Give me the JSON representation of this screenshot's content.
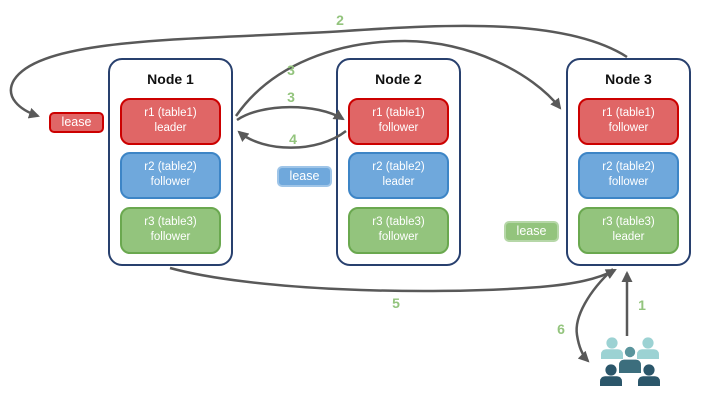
{
  "diagram": {
    "nodes": [
      {
        "title": "Node 1",
        "replicas": [
          {
            "name": "r1 (table1)",
            "role": "leader",
            "color": "red"
          },
          {
            "name": "r2 (table2)",
            "role": "follower",
            "color": "blue"
          },
          {
            "name": "r3 (table3)",
            "role": "follower",
            "color": "green"
          }
        ]
      },
      {
        "title": "Node 2",
        "replicas": [
          {
            "name": "r1 (table1)",
            "role": "follower",
            "color": "red"
          },
          {
            "name": "r2 (table2)",
            "role": "leader",
            "color": "blue"
          },
          {
            "name": "r3 (table3)",
            "role": "follower",
            "color": "green"
          }
        ]
      },
      {
        "title": "Node 3",
        "replicas": [
          {
            "name": "r1 (table1)",
            "role": "follower",
            "color": "red"
          },
          {
            "name": "r2 (table2)",
            "role": "follower",
            "color": "blue"
          },
          {
            "name": "r3 (table3)",
            "role": "leader",
            "color": "green"
          }
        ]
      }
    ],
    "leases": [
      {
        "label": "lease",
        "color": "red"
      },
      {
        "label": "lease",
        "color": "blue"
      },
      {
        "label": "lease",
        "color": "green"
      }
    ],
    "steps": {
      "s1": "1",
      "s2": "2",
      "s3a": "3",
      "s3b": "3",
      "s4": "4",
      "s5": "5",
      "s6": "6"
    },
    "icons": {
      "clients": "clients-group-icon"
    },
    "colors": {
      "red_fill": "#E06666",
      "red_border": "#CC0000",
      "blue_fill": "#6FA8DC",
      "blue_border": "#3D85C6",
      "green_fill": "#93C47D",
      "green_border": "#6AA84F",
      "lease_blue_border": "#9FC5E8",
      "lease_green_border": "#B6D7A8",
      "node_border": "#28406E",
      "arrow": "#595959",
      "step_label": "#93C47D",
      "client_light": "#9CD2D3",
      "client_mid_head": "#5A949C",
      "client_mid_body": "#3C6E7D",
      "client_dark": "#2B566A"
    }
  }
}
